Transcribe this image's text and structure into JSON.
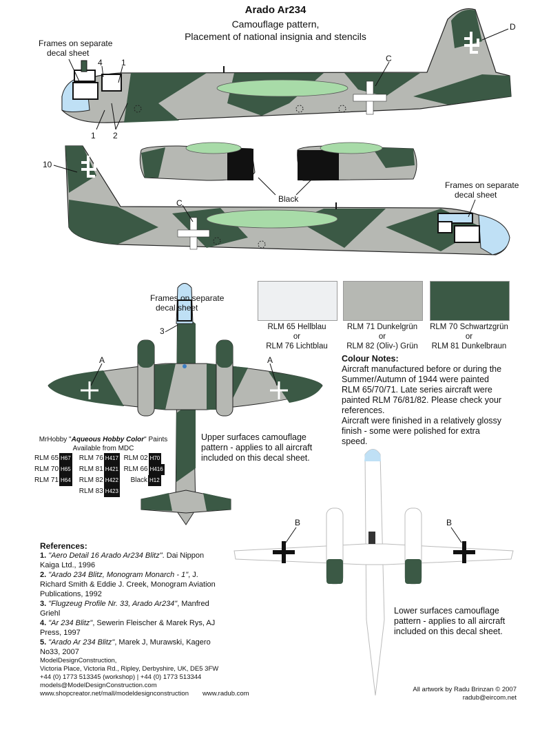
{
  "header": {
    "title": "Arado Ar234",
    "subtitle1": "Camouflage pattern,",
    "subtitle2": "Placement of national insignia and stencils"
  },
  "callouts": {
    "frames1a": "Frames on separate",
    "frames1b": "decal sheet",
    "frames2a": "Frames on separate",
    "frames2b": "decal sheet",
    "frames3a": "Frames on separate",
    "frames3b": "decal sheet",
    "n1a": "1",
    "n1b": "1",
    "n2": "2",
    "n3": "3",
    "n4": "4",
    "n10": "10",
    "cA1": "A",
    "cA2": "A",
    "cB1": "B",
    "cB2": "B",
    "cC1": "C",
    "cC2": "C",
    "cD": "D",
    "black": "Black"
  },
  "swatches": [
    {
      "color": "#eef0f2",
      "line1": "RLM 65 Hellblau",
      "line2": "or",
      "line3": "RLM 76 Lichtblau"
    },
    {
      "color": "#b6b8b3",
      "line1": "RLM 71 Dunkelgrün",
      "line2": "or",
      "line3": "RLM 82 (Oliv-) Grün"
    },
    {
      "color": "#3b5945",
      "line1": "RLM 70 Schwartzgrün",
      "line2": "or",
      "line3": "RLM 81 Dunkelbraun"
    }
  ],
  "colour_notes": {
    "heading": "Colour Notes:",
    "l1": "Aircraft manufactured before or during the",
    "l2": "Summer/Autumn of 1944 were painted",
    "l3": "RLM 65/70/71. Late series aircraft were",
    "l4": "painted RLM 76/81/82. Please check your",
    "l5": "references.",
    "l6": "Aircraft were finished in a relatively glossy",
    "l7": "finish - some were polished for extra",
    "l8": "speed."
  },
  "mdc": {
    "l1a": "MrHobby \"",
    "l1b": "Aqueous Hobby Color",
    "l1c": "\" Paints",
    "l2": "Available from MDC",
    "paints": [
      {
        "name": "RLM 65",
        "code": "H67"
      },
      {
        "name": "RLM 76",
        "code": "H417"
      },
      {
        "name": "RLM 02",
        "code": "H70"
      },
      {
        "name": "RLM 70",
        "code": "H65"
      },
      {
        "name": "RLM 81",
        "code": "H421"
      },
      {
        "name": "RLM 66",
        "code": "H416"
      },
      {
        "name": "RLM 71",
        "code": "H64"
      },
      {
        "name": "RLM 82",
        "code": "H422"
      },
      {
        "name": "Black",
        "code": "H12"
      },
      {
        "name": "RLM 83",
        "code": "H423"
      }
    ]
  },
  "upper_text": {
    "l1": "Upper surfaces camouflage",
    "l2": "pattern - applies to all aircraft",
    "l3": "included on this decal sheet."
  },
  "lower_text": {
    "l1": "Lower surfaces camouflage",
    "l2": "pattern - applies to all aircraft",
    "l3": "included on this decal sheet."
  },
  "references": {
    "heading": "References:",
    "r1n": "1.",
    "r1t": "\"Aero Detail 16 Arado Ar234 Blitz\"",
    "r1r": ". Dai Nippon",
    "r1c": "Kaiga Ltd., 1996",
    "r2n": "2.",
    "r2t": "\"Arado 234 Blitz, Monogram Monarch - 1\"",
    "r2r": ", J.",
    "r2c": "Richard Smith & Eddie J. Creek, Monogram Aviation",
    "r2d": "Publications, 1992",
    "r3n": "3.",
    "r3t": "\"Flugzeug Profile Nr. 33, Arado Ar234\"",
    "r3r": ", Manfred",
    "r3c": "Griehl",
    "r4n": "4.",
    "r4t": "\"Ar 234 Blitz\"",
    "r4r": ", Sewerin Fleischer & Marek Rys, AJ",
    "r4c": "Press, 1997",
    "r5n": "5.",
    "r5t": "\"Arado Ar 234 Blitz\"",
    "r5r": ", Marek J, Murawski, Kagero",
    "r5c": "No33, 2007"
  },
  "footer": {
    "addr1": "ModelDesignConstruction,",
    "addr2": "Victoria Place, Victoria Rd., Ripley, Derbyshire, UK, DE5 3FW",
    "addr3": "+44 (0) 1773 513345 (workshop) | +44 (0) 1773 513344",
    "addr4": "models@ModelDesignConstruction.com",
    "addr5": "www.shopcreator.net/mall/modeldesignconstruction",
    "web": "www.radub.com",
    "credit1": "All artwork by Radu Brinzan © 2007",
    "credit2": "radub@eircom.net"
  },
  "colors": {
    "light": "#eef0f2",
    "grey": "#b6b8b3",
    "green": "#3b5945",
    "glass": "#bfe0f5",
    "lightgreen": "#a8dba8"
  }
}
